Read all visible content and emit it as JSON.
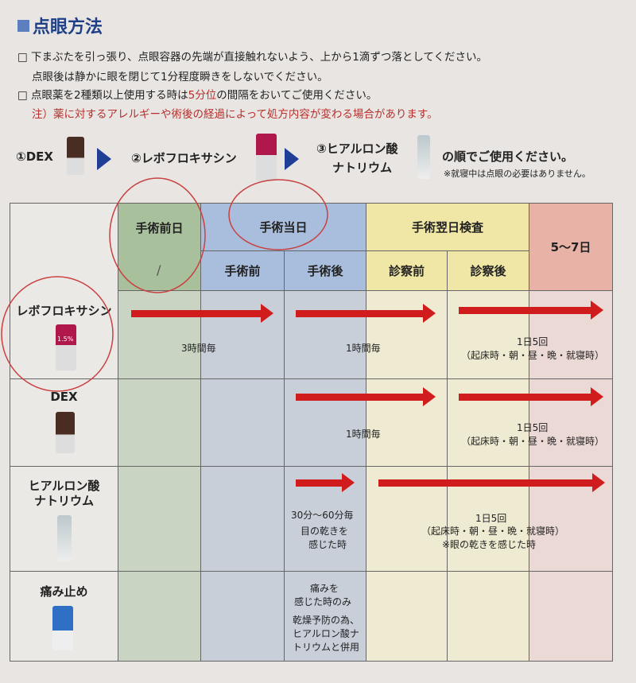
{
  "title": "点眼方法",
  "instructions": [
    "□ 下まぶたを引っ張り、点眼容器の先端が直接触れないよう、上から1滴ずつ落としてください。",
    "点眼後は静かに眼を閉じて1分程度瞬きをしないでください。"
  ],
  "instruction2": {
    "pre": "□ 点眼薬を2種類以上使用する時は",
    "highlight": "5分位",
    "post": "の間隔をおいてご使用ください。"
  },
  "caution": "注）薬に対するアレルギーや術後の経過によって処方内容が変わる場合があります。",
  "order": {
    "step1": "①DEX",
    "step2": "②レボフロキサシン",
    "step3a": "③ヒアルロン酸",
    "step3b": "ナトリウム",
    "suffix": "の順でご使用ください。",
    "note": "※就寝中は点眼の必要はありません。"
  },
  "table": {
    "headers": {
      "day_before": "手術前日",
      "surgery_day": "手術当日",
      "before_surgery": "手術前",
      "after_surgery": "手術後",
      "next_day": "手術翌日検査",
      "before_exam": "診察前",
      "after_exam": "診察後",
      "days_5_7": "5〜7日"
    },
    "rows": [
      {
        "name": "レボフロキサシン",
        "label": "1.5%",
        "notes": [
          "3時間毎",
          "1時間毎",
          "1日5回",
          "（起床時・朝・昼・晩・就寝時）"
        ]
      },
      {
        "name": "DEX",
        "notes": [
          "1時間毎",
          "1日5回",
          "（起床時・朝・昼・晩・就寝時）"
        ]
      },
      {
        "name1": "ヒアルロン酸",
        "name2": "ナトリウム",
        "notes": [
          "30分〜60分毎",
          "目の乾きを",
          "感じた時",
          "1日5回",
          "（起床時・朝・昼・晩・就寝時）",
          "※眼の乾きを感じた時"
        ]
      },
      {
        "name": "痛み止め",
        "notes": [
          "痛みを",
          "感じた時のみ",
          "乾燥予防の為、",
          "ヒアルロン酸ナ",
          "トリウムと併用"
        ]
      }
    ],
    "handwritten_mark": "/"
  }
}
